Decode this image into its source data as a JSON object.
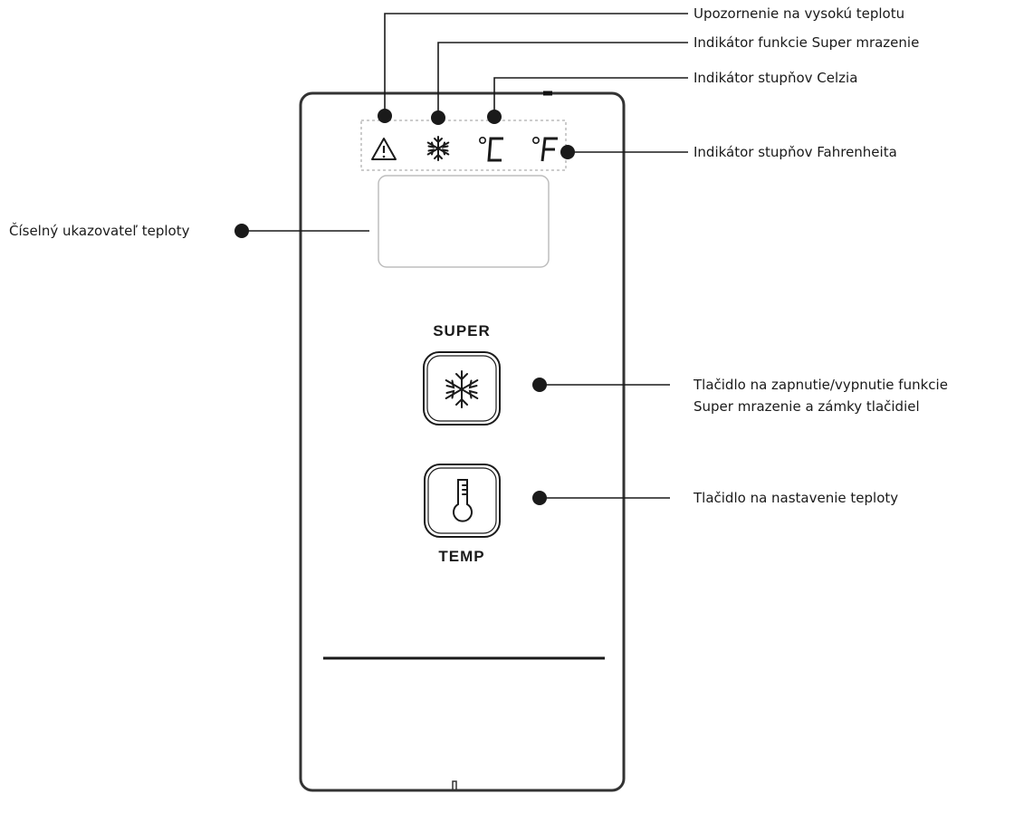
{
  "panel": {
    "super_button_label": "SUPER",
    "temp_button_label": "TEMP",
    "celsius_symbol": "°C",
    "fahrenheit_symbol": "°F"
  },
  "callouts": {
    "high_temp_warning": "Upozornenie na vysokú teplotu",
    "super_freeze_indicator": "Indikátor funkcie Super mrazenie",
    "celsius_indicator": "Indikátor stupňov Celzia",
    "fahrenheit_indicator": "Indikátor stupňov Fahrenheita",
    "numeric_display": "Číselný ukazovateľ teploty",
    "super_button_line1": "Tlačidlo na zapnutie/vypnutie funkcie",
    "super_button_line2": "Super mrazenie a zámky tlačidiel",
    "temp_button": "Tlačidlo na nastavenie teploty"
  },
  "colors": {
    "ink": "#1a1a1a",
    "frame": "#333333",
    "display_border": "#bdbdbd",
    "dashed": "#9a9a9a"
  },
  "icons": [
    "warning-triangle-icon",
    "snowflake-icon",
    "thermometer-icon"
  ]
}
